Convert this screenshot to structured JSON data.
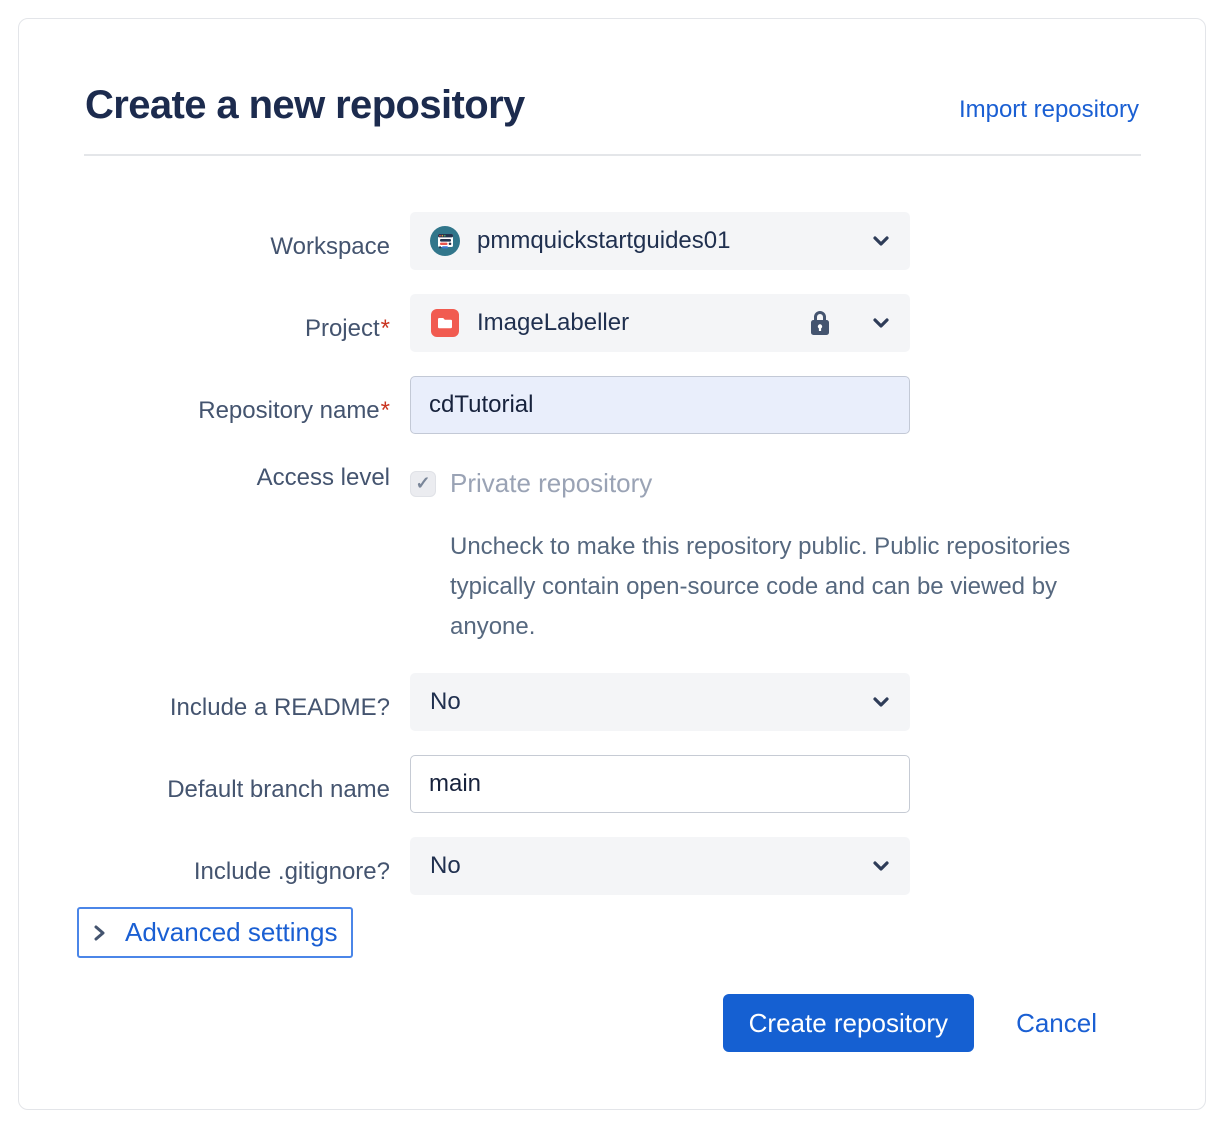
{
  "dialog": {
    "title": "Create a new repository",
    "import_link": "Import repository"
  },
  "form": {
    "workspace": {
      "label": "Workspace",
      "value": "pmmquickstartguides01"
    },
    "project": {
      "label": "Project",
      "required_mark": "*",
      "value": "ImageLabeller"
    },
    "repository_name": {
      "label": "Repository name",
      "required_mark": "*",
      "value": "cdTutorial"
    },
    "access_level": {
      "label": "Access level",
      "checkbox_label": "Private repository",
      "checkbox_checked": true,
      "checkbox_disabled": true,
      "check_glyph": "✓",
      "help_text": "Uncheck to make this repository public. Public repositories typically contain open-source code and can be viewed by anyone."
    },
    "include_readme": {
      "label": "Include a README?",
      "value": "No"
    },
    "default_branch": {
      "label": "Default branch name",
      "value": "main"
    },
    "include_gitignore": {
      "label": "Include .gitignore?",
      "value": "No"
    },
    "advanced_settings": {
      "label": "Advanced settings"
    }
  },
  "actions": {
    "create_label": "Create repository",
    "cancel_label": "Cancel"
  },
  "icons": {
    "workspace_avatar": "workspace-avatar",
    "project_avatar": "project-folder-avatar",
    "lock": "lock-icon",
    "chevron_down": "chevron-down-icon",
    "chevron_right": "chevron-right-icon"
  },
  "colors": {
    "title_text": "#1c2b4e",
    "label_text": "#44546f",
    "link_blue": "#1a5fd3",
    "button_blue": "#1560d2",
    "required_red": "#ca3521",
    "muted_text": "#9aa3b5",
    "help_text": "#56687f",
    "field_bg": "#f4f5f7",
    "input_highlight_bg": "#e9eefb",
    "workspace_avatar_teal": "#31768b",
    "project_avatar_red": "#f15b50",
    "focus_ring_blue": "#4b86e8",
    "lock_slate": "#44546f"
  }
}
